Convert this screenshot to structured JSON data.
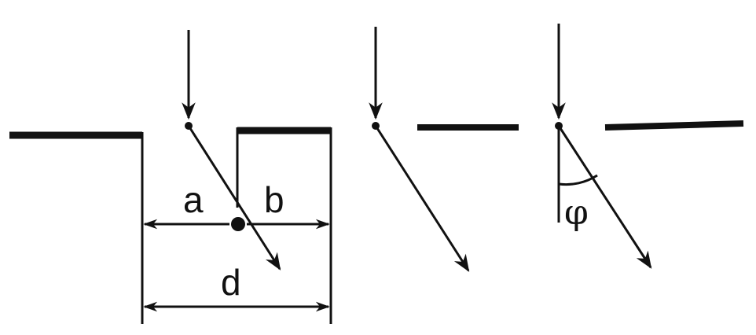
{
  "labels": {
    "a": "a",
    "b": "b",
    "d": "d",
    "phi": "φ"
  },
  "colors": {
    "stroke": "#111111",
    "background": "#ffffff"
  }
}
